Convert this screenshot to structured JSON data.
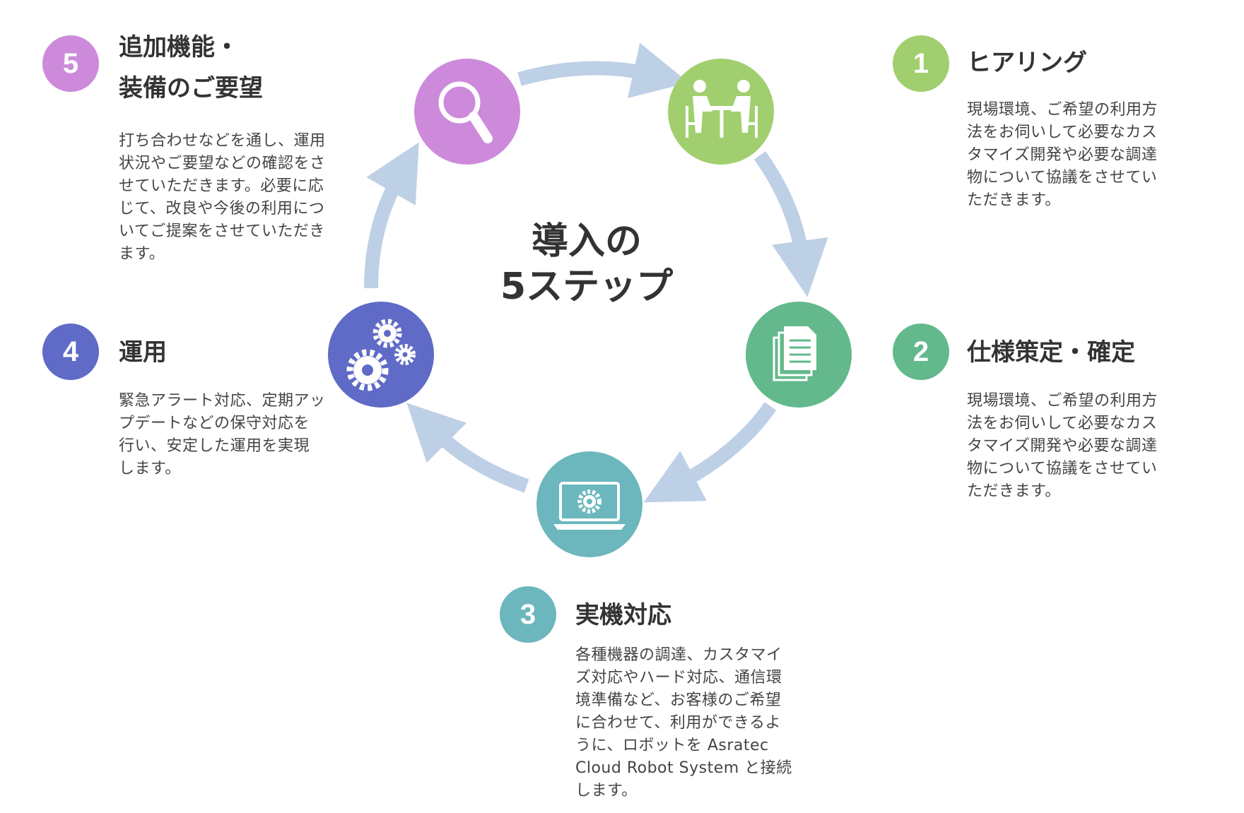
{
  "center": {
    "line1": "導入の",
    "line2": "5ステップ"
  },
  "colors": {
    "arrow": "#bdd0e6",
    "step1": "#a1cf6f",
    "step2": "#63b98c",
    "step3": "#6bb7bd",
    "step4": "#5f6bc6",
    "step5": "#cd8adb"
  },
  "steps": [
    {
      "number": "1",
      "title": "ヒアリング",
      "icon": "meeting-icon",
      "description": "現場環境、ご希望の利用方\n法をお伺いして必要なカス\nタマイズ開発や必要な調達\n物について協議をさせてい\nただきます。"
    },
    {
      "number": "2",
      "title": "仕様策定・確定",
      "icon": "documents-icon",
      "description": "現場環境、ご希望の利用方\n法をお伺いして必要なカス\nタマイズ開発や必要な調達\n物について協議をさせてい\nただきます。"
    },
    {
      "number": "3",
      "title": "実機対応",
      "icon": "laptop-gear-icon",
      "description": "各種機器の調達、カスタマイ\nズ対応やハード対応、通信環\n境準備など、お客様のご希望\nに合わせて、利用ができるよ\nうに、ロボットを Asratec\nCloud Robot System と接続\nします。"
    },
    {
      "number": "4",
      "title": "運用",
      "icon": "gears-icon",
      "description": "緊急アラート対応、定期アッ\nプデートなどの保守対応を\n行い、安定した運用を実現\nします。"
    },
    {
      "number": "5",
      "title": "追加機能・\n装備のご要望",
      "icon": "magnifier-icon",
      "description": "打ち合わせなどを通し、運用\n状況やご要望などの確認をさ\nせていただきます。必要に応\nじて、改良や今後の利用につ\nいてご提案をさせていただき\nます。"
    }
  ]
}
